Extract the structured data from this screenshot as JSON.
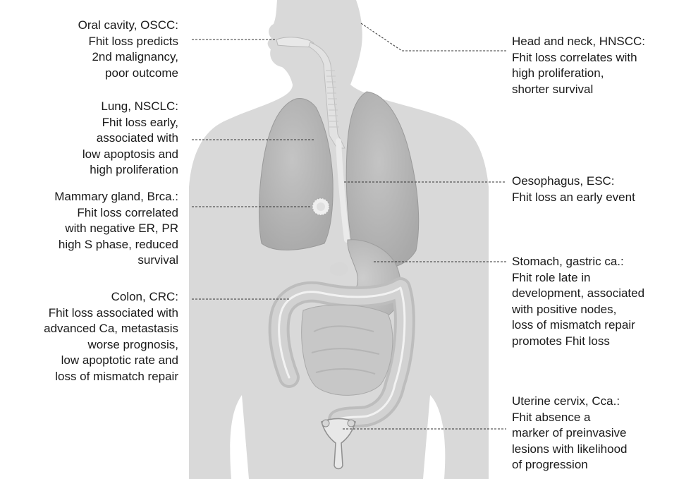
{
  "annotations_left": [
    {
      "id": "oral",
      "lines": [
        "Oral cavity, OSCC:",
        "Fhit loss predicts",
        "2nd malignancy,",
        "poor outcome"
      ]
    },
    {
      "id": "lung",
      "lines": [
        "Lung, NSCLC:",
        "Fhit loss early,",
        "associated with",
        "low apoptosis and",
        "high proliferation"
      ]
    },
    {
      "id": "mammary",
      "lines": [
        "Mammary gland, Brca.:",
        "Fhit loss correlated",
        "with negative ER, PR",
        "high S phase, reduced",
        "survival"
      ]
    },
    {
      "id": "colon",
      "lines": [
        "Colon, CRC:",
        "Fhit loss associated with",
        "advanced Ca, metastasis",
        "worse prognosis,",
        "low apoptotic rate and",
        "loss of mismatch repair"
      ]
    }
  ],
  "annotations_right": [
    {
      "id": "headneck",
      "lines": [
        "Head and neck, HNSCC:",
        "Fhit loss correlates with",
        "high proliferation,",
        "shorter survival"
      ]
    },
    {
      "id": "oesophagus",
      "lines": [
        "Oesophagus, ESC:",
        "Fhit loss an early event"
      ]
    },
    {
      "id": "stomach",
      "lines": [
        "Stomach, gastric ca.:",
        "Fhit role late in",
        "development, associated",
        "with positive nodes,",
        "loss of mismatch repair",
        "promotes Fhit loss"
      ]
    },
    {
      "id": "cervix",
      "lines": [
        "Uterine cervix, Cca.:",
        "Fhit absence a",
        "marker of preinvasive",
        "lesions with likelihood",
        "of progression"
      ]
    }
  ]
}
